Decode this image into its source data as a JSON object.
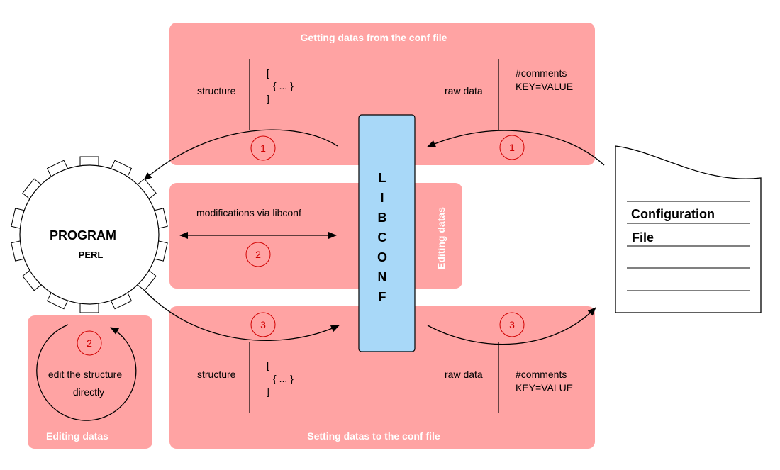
{
  "panels": {
    "getting": {
      "title": "Getting datas from the conf file",
      "left_label": "structure",
      "structure_lines": [
        "[",
        "{ ... }",
        "]"
      ],
      "right_label": "raw data",
      "raw_lines": [
        "#comments",
        "KEY=VALUE"
      ],
      "step_left": "1",
      "step_right": "1"
    },
    "editing_middle": {
      "caption": "modifications via libconf",
      "side_title": "Editing datas",
      "step": "2"
    },
    "setting": {
      "title": "Setting datas to the conf file",
      "left_label": "structure",
      "structure_lines": [
        "[",
        "{ ... }",
        "]"
      ],
      "right_label": "raw data",
      "raw_lines": [
        "#comments",
        "KEY=VALUE"
      ],
      "step_left": "3",
      "step_right": "3"
    },
    "editing_small": {
      "title": "Editing datas",
      "caption_lines": [
        "edit the structure",
        "directly"
      ],
      "step": "2"
    }
  },
  "program": {
    "title": "PROGRAM",
    "subtitle": "PERL"
  },
  "libconf": {
    "letters": [
      "L",
      "I",
      "B",
      "C",
      "O",
      "N",
      "F"
    ]
  },
  "config_file": {
    "lines": [
      "Configuration",
      "File"
    ]
  },
  "colors": {
    "panel_fill": "#ffa3a3",
    "libconf_fill": "#a8d8f8",
    "step_circle": "#d10000"
  }
}
